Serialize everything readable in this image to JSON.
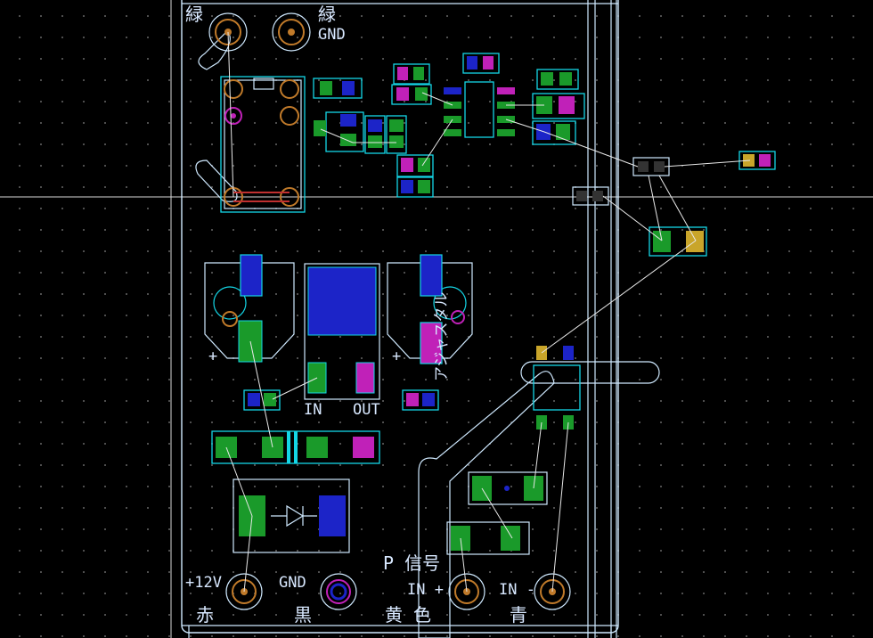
{
  "labels": {
    "tl_green": "緑",
    "tr_green": "緑",
    "tr_gnd": "GND",
    "in": "IN",
    "out": "OUT",
    "plus_left": "+",
    "plus_right": "+",
    "rotated_text": "アジャスタル",
    "p_signal": "P 信号",
    "in_plus": "IN +",
    "in_minus": "IN -",
    "yellow": "黄 色",
    "blue": "青",
    "v12": "+12V",
    "red": "赤",
    "gnd": "GND",
    "black": "黒"
  },
  "colors": {
    "background": "#000000",
    "silkscreen": "#cfe9ff",
    "outline": "#14d6e6",
    "pad_green": "#1a9a2a",
    "pad_blue": "#1c24c8",
    "pad_magenta": "#c021b8",
    "pad_yellow": "#c9a52a",
    "pad_orange": "#c07a2a",
    "ratsnest": "#e8e8e8"
  }
}
